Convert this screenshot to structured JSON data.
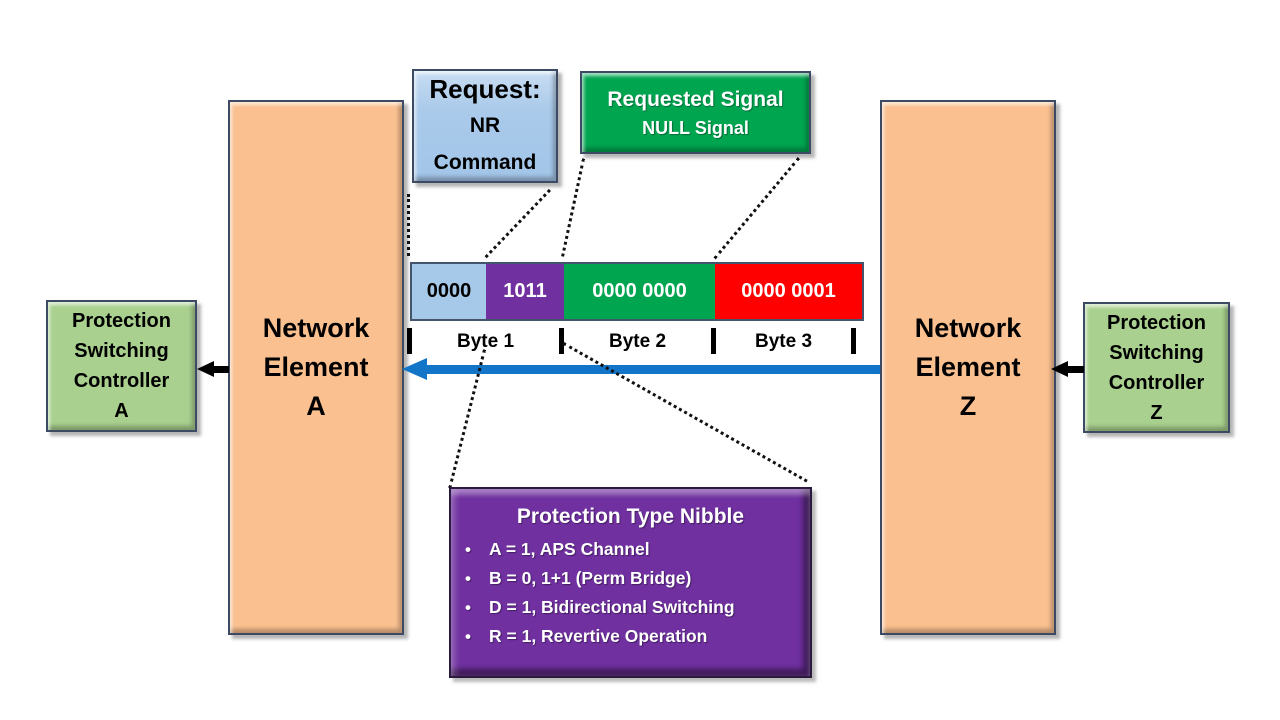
{
  "nodes": {
    "network_element_a": {
      "line1": "Network",
      "line2": "Element",
      "line3": "A"
    },
    "network_element_z": {
      "line1": "Network",
      "line2": "Element",
      "line3": "Z"
    },
    "psc_a": {
      "line1": "Protection",
      "line2": "Switching",
      "line3": "Controller",
      "line4": "A"
    },
    "psc_z": {
      "line1": "Protection",
      "line2": "Switching",
      "line3": "Controller",
      "line4": "Z"
    }
  },
  "callouts": {
    "request": {
      "title": "Request:",
      "line1": "NR",
      "line2": "Command"
    },
    "requested_signal": {
      "title": "Requested Signal",
      "subtitle": "NULL Signal"
    },
    "protection_type_nibble": {
      "title": "Protection Type Nibble",
      "bullets": [
        "A = 1, APS Channel",
        "B = 0, 1+1 (Perm Bridge)",
        "D = 1, Bidirectional Switching",
        "R = 1, Revertive Operation"
      ]
    }
  },
  "aps_bytes": {
    "segments": [
      {
        "name": "request-nibble",
        "bits": "0000",
        "color": "#A6C9E9"
      },
      {
        "name": "protection-type-nibble",
        "bits": "1011",
        "color": "#7030A0"
      },
      {
        "name": "byte-2-field",
        "bits": "0000 0000",
        "color": "#00A550"
      },
      {
        "name": "byte-3-field",
        "bits": "0000 0001",
        "color": "#FF0000"
      }
    ],
    "byte_labels": [
      "Byte 1",
      "Byte 2",
      "Byte 3"
    ]
  },
  "colors": {
    "network_element_fill": "#FAC090",
    "controller_fill": "#A9D08E",
    "request_fill": "#AACAEA",
    "signal_green": "#00A550",
    "nibble_purple": "#7030A0",
    "byte3_red": "#FF0000",
    "aps_arrow_blue": "#1275C8",
    "border_dark": "#3D4A63"
  }
}
